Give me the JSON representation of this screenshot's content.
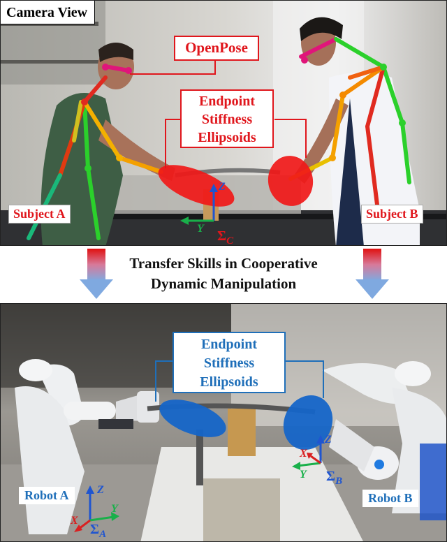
{
  "top_panel": {
    "title": "Camera View",
    "openpose": "OpenPose",
    "stiffness": [
      "Endpoint",
      "Stiffness",
      "Ellipsoids"
    ],
    "subject_a": "Subject A",
    "subject_b": "Subject B",
    "axis_z": "Z",
    "axis_y": "Y",
    "frame": "Σ",
    "frame_sub": "C"
  },
  "middle": {
    "line1": "Transfer Skills in Cooperative",
    "line2": "Dynamic Manipulation"
  },
  "bottom_panel": {
    "stiffness": [
      "Endpoint",
      "Stiffness",
      "Ellipsoids"
    ],
    "robot_a": "Robot A",
    "robot_b": "Robot B",
    "axis_z": "Z",
    "axis_y": "Y",
    "axis_x": "X",
    "frame": "Σ",
    "frame_a": "A",
    "frame_b": "B"
  },
  "colors": {
    "red": "#e0161c",
    "blue": "#1f6fb9",
    "ellipsoid_red": "#f01818",
    "ellipsoid_blue": "#1565c8"
  }
}
